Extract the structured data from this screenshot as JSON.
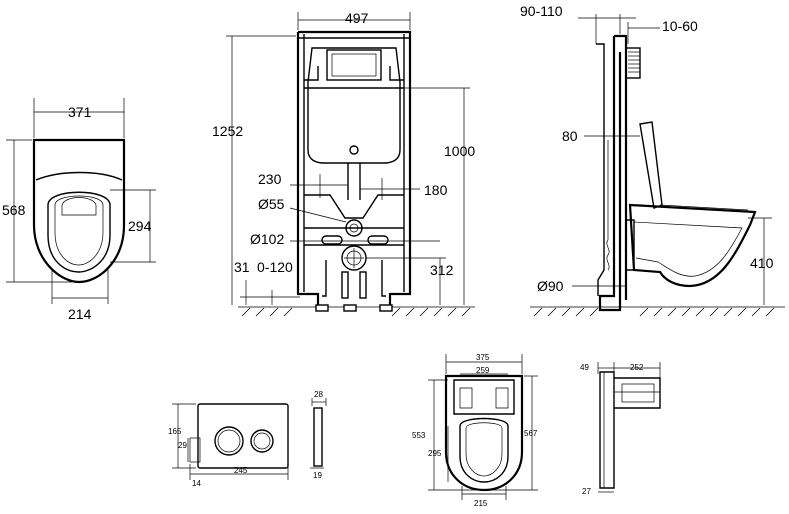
{
  "views": {
    "bowl_top": {
      "width": "371",
      "depth": "568",
      "opening": "294",
      "base": "214"
    },
    "frame_front": {
      "width": "497",
      "height": "1252",
      "cistern_height": "1000",
      "spacing_a": "230",
      "spacing_b": "180",
      "inlet": "Ø55",
      "drain": "Ø102",
      "drain_height": "312",
      "adj_left": "31",
      "adj_range": "0-120"
    },
    "frame_side": {
      "wall_gap": "90-110",
      "top_offset": "10-60",
      "depth": "80",
      "outlet": "Ø90",
      "seat_height": "410"
    },
    "flush_plate": {
      "height": "165",
      "width": "245",
      "offset_v": "29",
      "offset_h": "14",
      "thickness": "28",
      "projection": "19"
    },
    "bowl_bottom": {
      "width": "375",
      "inner": "259",
      "length_left": "553",
      "length_right": "567",
      "hole": "295",
      "base": "215"
    },
    "bowl_side": {
      "top": "49",
      "length": "252",
      "bottom": "27"
    }
  }
}
